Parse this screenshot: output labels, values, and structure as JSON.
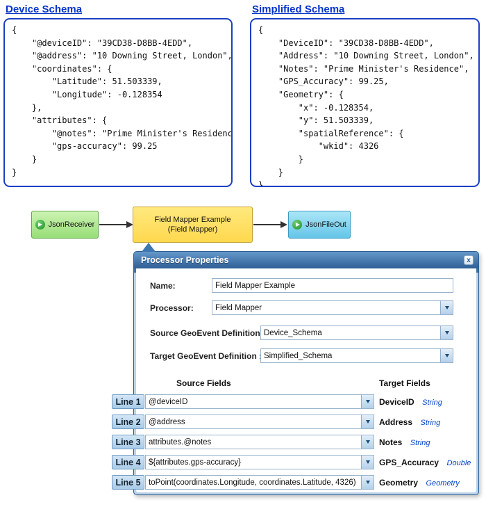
{
  "device_schema": {
    "title": "Device Schema",
    "text": "{\n    \"@deviceID\": \"39CD38-D8BB-4EDD\",\n    \"@address\": \"10 Downing Street, London\",\n    \"coordinates\": {\n        \"Latitude\": 51.503339,\n        \"Longitude\": -0.128354\n    },\n    \"attributes\": {\n        \"@notes\": \"Prime Minister's Residence\",\n        \"gps-accuracy\": 99.25\n    }\n}"
  },
  "simplified_schema": {
    "title": "Simplified Schema",
    "text": "{\n    \"DeviceID\": \"39CD38-D8BB-4EDD\",\n    \"Address\": \"10 Downing Street, London\",\n    \"Notes\": \"Prime Minister's Residence\",\n    \"GPS_Accuracy\": 99.25,\n    \"Geometry\": {\n        \"x\": -0.128354,\n        \"y\": 51.503339,\n        \"spatialReference\": {\n            \"wkid\": 4326\n        }\n    }\n}"
  },
  "flow": {
    "receiver_label": "JsonReceiver",
    "processor_line1": "Field Mapper Example",
    "processor_line2": "(Field Mapper)",
    "output_label": "JsonFileOut"
  },
  "dialog": {
    "title": "Processor Properties",
    "close_label": "x",
    "fields": [
      {
        "label": "Name:",
        "value": "Field Mapper Example"
      },
      {
        "label": "Processor:",
        "value": "Field Mapper"
      },
      {
        "label": "Source GeoEvent Definition :",
        "value": "Device_Schema"
      },
      {
        "label": "Target GeoEvent Definition :",
        "value": "Simplified_Schema"
      }
    ],
    "source_fields_header": "Source Fields",
    "target_fields_header": "Target Fields",
    "mappings": [
      {
        "line_label": "Line 1",
        "source": "@deviceID",
        "target": "DeviceID",
        "target_type": "String"
      },
      {
        "line_label": "Line 2",
        "source": "@address",
        "target": "Address",
        "target_type": "String"
      },
      {
        "line_label": "Line 3",
        "source": "attributes.@notes",
        "target": "Notes",
        "target_type": "String"
      },
      {
        "line_label": "Line 4",
        "source": "${attributes.gps-accuracy}",
        "target": "GPS_Accuracy",
        "target_type": "Double"
      },
      {
        "line_label": "Line 5",
        "source": "toPoint(coordinates.Longitude, coordinates.Latitude, 4326)",
        "target": "Geometry",
        "target_type": "Geometry"
      }
    ]
  }
}
